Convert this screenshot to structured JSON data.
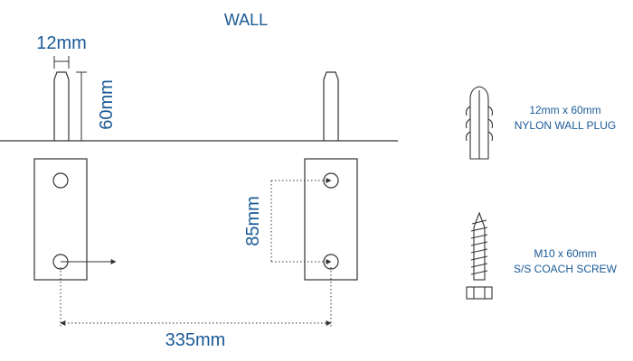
{
  "header": {
    "title": "WALL"
  },
  "dimensions": {
    "plug_diameter": "12mm",
    "plug_depth": "60mm",
    "hole_spacing_vertical": "85mm",
    "bracket_spacing": "335mm"
  },
  "parts": [
    {
      "line1": "12mm x 60mm",
      "line2": "NYLON WALL PLUG"
    },
    {
      "line1": "M10 x 60mm",
      "line2": "S/S COACH SCREW"
    }
  ],
  "colors": {
    "label": "#1a5a96",
    "line": "#333333"
  }
}
